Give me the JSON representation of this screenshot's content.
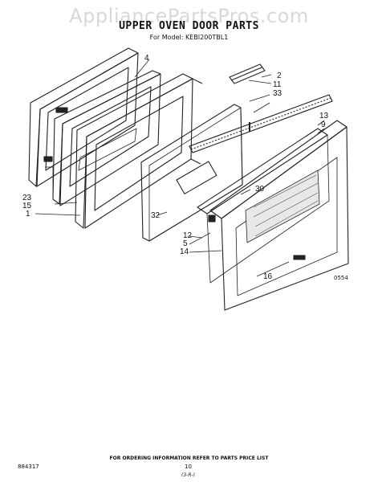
{
  "watermark": "AppliancePartsPros.com",
  "title": "UPPER OVEN DOOR PARTS",
  "subtitle": "For Model: KEBI200TBL1",
  "callouts": {
    "c4": "4",
    "c2": "2",
    "c11": "11",
    "c33": "33",
    "c13": "13",
    "c9": "9",
    "c30": "30",
    "c23": "23",
    "c15": "15",
    "c1": "1",
    "c32": "32",
    "c12": "12",
    "c5": "5",
    "c14": "14",
    "c16": "16"
  },
  "ref_code": "0554",
  "footer": {
    "ordering_note": "FOR ORDERING INFORMATION REFER TO PARTS PRICE LIST",
    "doc_number": "884317",
    "page_number": "10",
    "signature": "(3-R-)"
  }
}
